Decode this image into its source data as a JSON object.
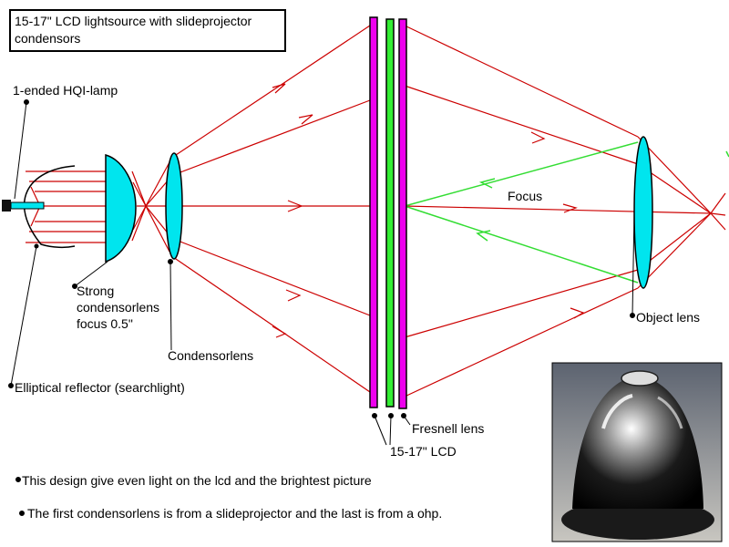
{
  "colors": {
    "ray": "#cc0000",
    "return_ray": "#33dd33",
    "lens_fill": "#00e5ee",
    "lcd_outer": "#ee00ee",
    "lcd_inner": "#33ee33",
    "outline": "#000000"
  },
  "title_lines": [
    "15-17\" LCD lightsource with slideprojector",
    "condensors"
  ],
  "labels": {
    "lamp": "1-ended HQI-lamp",
    "strong_lens": [
      "Strong",
      "condensorlens",
      "focus 0.5\""
    ],
    "condensor": "Condensorlens",
    "reflector": "Elliptical reflector (searchlight)",
    "fresnel": "Fresnell lens",
    "lcd": "15-17\" LCD",
    "focus": "Focus",
    "object_lens": "Object lens"
  },
  "notes": [
    "This design give even light on the lcd and the brightest picture",
    "The first condensorlens is from a slideprojector and the last is from a ohp."
  ],
  "photo": {
    "icon": "reflector-photo-icon"
  }
}
